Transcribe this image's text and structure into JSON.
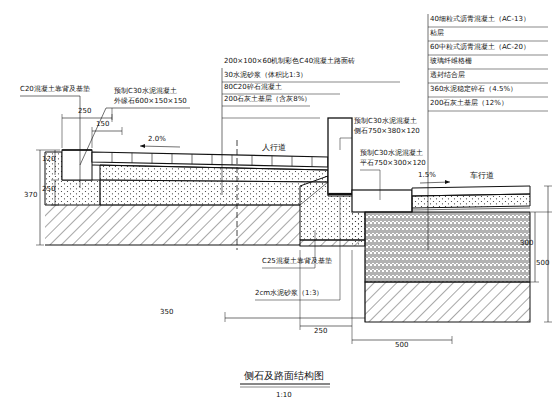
{
  "diagram": {
    "caption": "侧石及路面结构图",
    "labels": [
      "C20混凝土靠背及基垫",
      "250",
      "150",
      "预制C30水泥混凝土",
      "外缘石600×150×150",
      "2.0%",
      "人行道",
      "200×100×60机制彩色C40混凝土路面砖",
      "30水泥砂浆（体积比1:3）",
      "80C20碎石混凝土",
      "200石灰土基层（含灰8%）",
      "40细粒式沥青混凝土（AC-13）",
      "粘层",
      "60中粒式沥青混凝土（AC-20）",
      "玻璃纤维格栅",
      "透封结合层",
      "360水泥稳定碎石（4.5%）",
      "200石灰土基层（12%）",
      "预制C30水泥混凝土",
      "侧石750×380×120",
      "预制C30水泥混凝土",
      "平石750×300×120",
      "1.5%",
      "车行道",
      "C25混凝土靠背及基垫",
      "2cm水泥砂浆（1:3）",
      "370",
      "120",
      "250",
      "300",
      "500",
      "350",
      "250",
      "500",
      "1:10"
    ]
  }
}
